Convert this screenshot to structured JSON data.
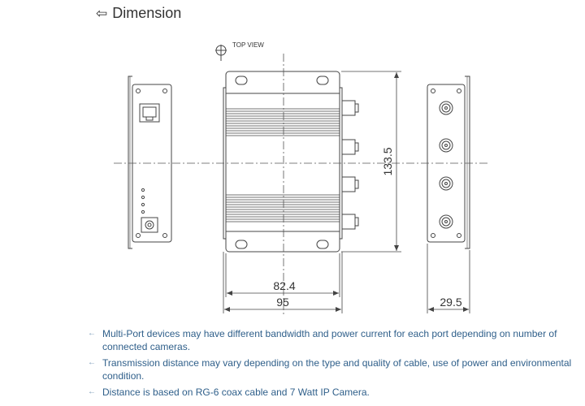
{
  "heading": {
    "icon": "return-arrow-icon",
    "arrow_glyph": "⇦",
    "title": "Dimension"
  },
  "drawing": {
    "top_view_label": "TOP VIEW",
    "height_dim": "133.5",
    "inner_width_dim": "82.4",
    "outer_width_dim": "95",
    "depth_dim": "29.5"
  },
  "notes": [
    {
      "bullet": "←",
      "text": "Multi-Port devices may have different bandwidth and power current for each port depending on number of connected cameras."
    },
    {
      "bullet": "←",
      "text": "Transmission distance may vary depending on the type and quality of cable, use of power and environmental condition."
    },
    {
      "bullet": "←",
      "text": "Distance is based on RG-6 coax cable and 7 Watt IP Camera."
    }
  ]
}
